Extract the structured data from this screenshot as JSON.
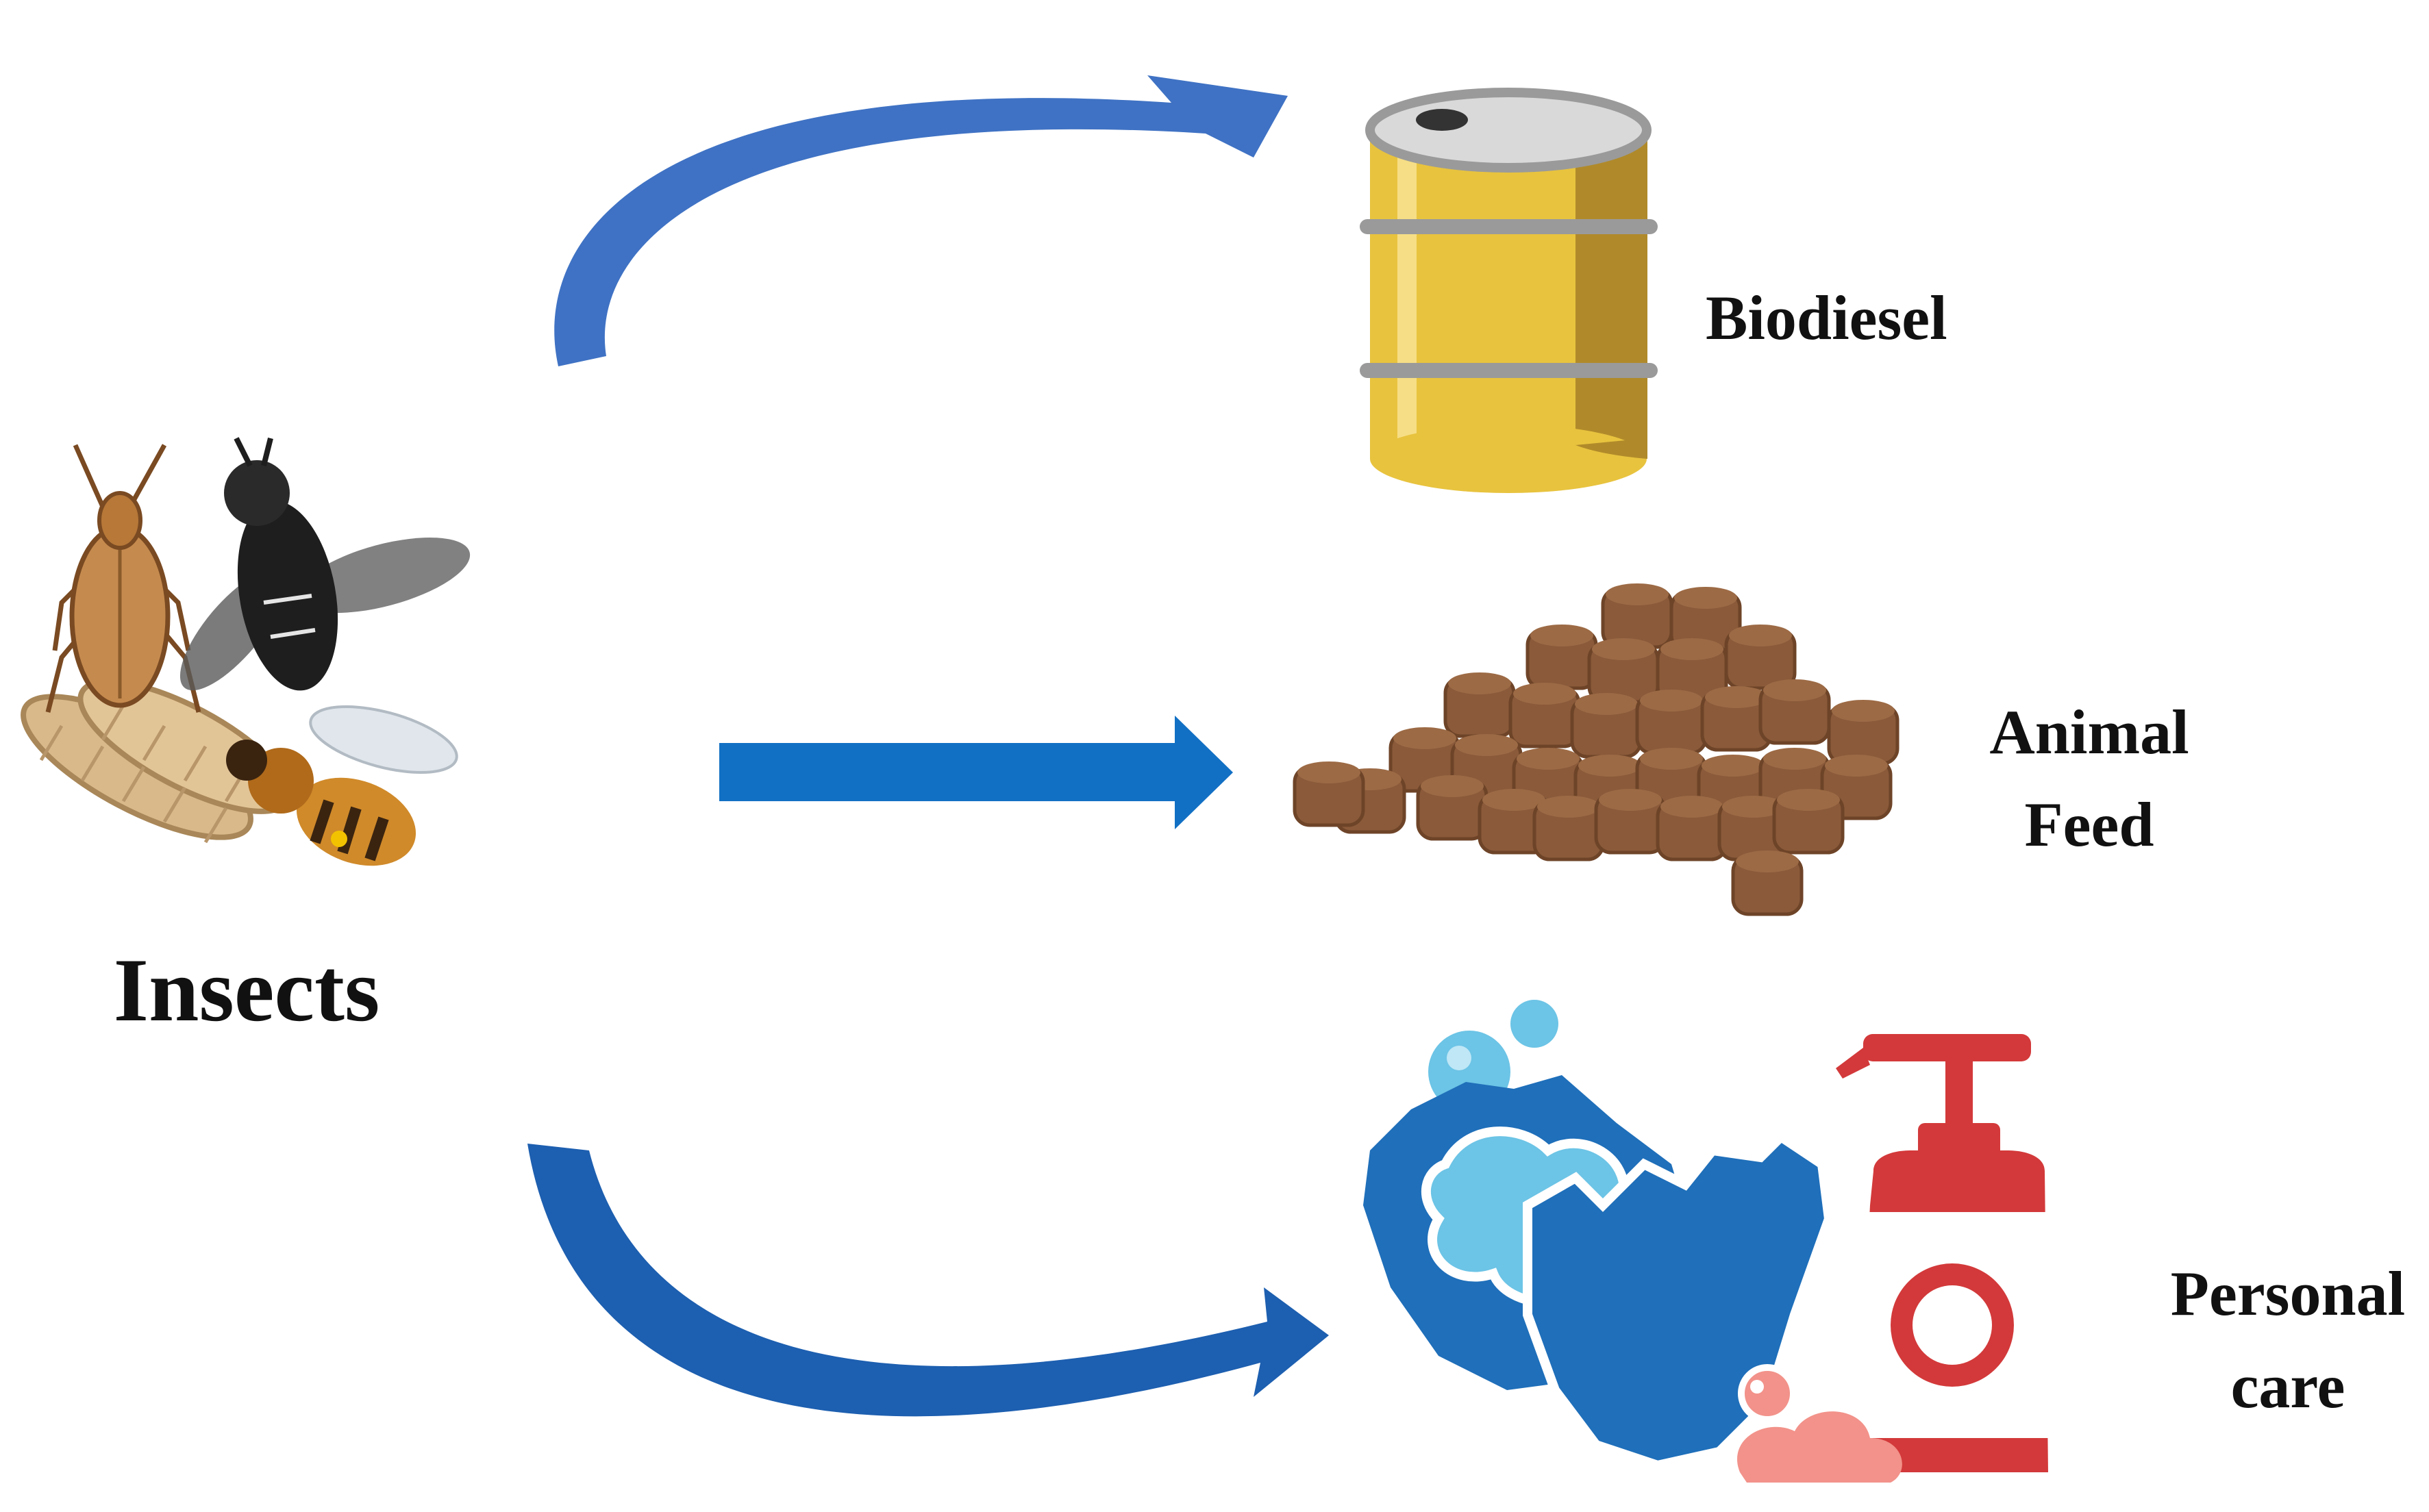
{
  "source": {
    "label": "Insects"
  },
  "products": [
    {
      "id": "biodiesel",
      "lines": [
        "Biodiesel"
      ]
    },
    {
      "id": "animal-feed",
      "lines": [
        "Animal",
        "Feed"
      ]
    },
    {
      "id": "personal-care",
      "lines": [
        "Personal",
        "care"
      ]
    }
  ],
  "icons": {
    "source": "insects-illustration",
    "biodiesel": "oil-barrel-icon",
    "animal-feed": "feed-pellets-icon",
    "personal-care": "handwash-soap-icon"
  },
  "colors": {
    "arrow_light": "#4a7fd0",
    "arrow_dark": "#2f5ea8",
    "arrow_straight": "#1270c4",
    "barrel": "#e8c33e",
    "barrel_shade": "#b08a2a",
    "barrel_rim": "#9a9a9a",
    "pellet": "#8a5a3a",
    "pellet_dark": "#6e4428",
    "hand": "#1f6fba",
    "foam": "#6cc4e6",
    "soap": "#d3393a",
    "text": "#111111"
  }
}
